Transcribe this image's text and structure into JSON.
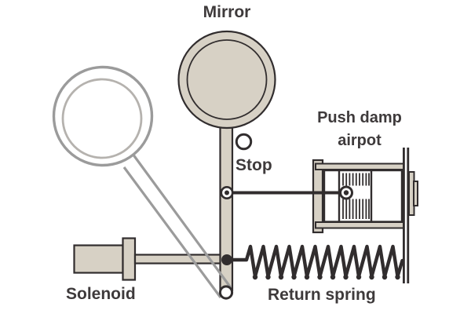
{
  "labels": {
    "mirror": "Mirror",
    "stop": "Stop",
    "airpot_line1": "Push damp",
    "airpot_line2": "airpot",
    "solenoid": "Solenoid",
    "return_spring": "Return spring"
  },
  "colors": {
    "beige": "#d7d1c5",
    "dark": "#312d2e",
    "gray": "#9b9b9b",
    "text": "#3e3a3b",
    "white": "#ffffff",
    "rim": "#b5b2ae",
    "bg": "#ffffff"
  },
  "parts": [
    "mirror disc on pivot lever",
    "stop pin",
    "lever pivot pin",
    "push damp airpot with hatched piston",
    "fixed mounting wall",
    "solenoid with plunger plate and rod",
    "return spring coil",
    "magnified lever-tip callout circle"
  ]
}
